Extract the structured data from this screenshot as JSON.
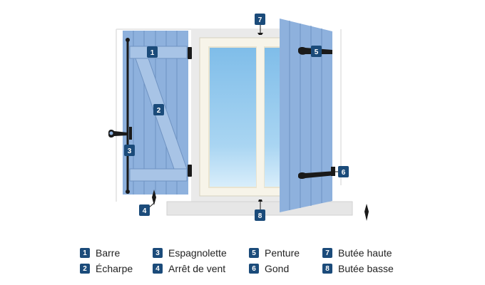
{
  "colors": {
    "shutter": "#8eb1dd",
    "shutter_dark": "#6f93c2",
    "badge": "#1b4b7a",
    "glass": "#8cc3ec",
    "wall": "#e8e8e8",
    "hardware": "#1a1a1a"
  },
  "callouts": [
    {
      "id": "1"
    },
    {
      "id": "2"
    },
    {
      "id": "3"
    },
    {
      "id": "4"
    },
    {
      "id": "5"
    },
    {
      "id": "6"
    },
    {
      "id": "7"
    },
    {
      "id": "8"
    }
  ],
  "legend": [
    {
      "num": "1",
      "label": "Barre"
    },
    {
      "num": "2",
      "label": "Écharpe"
    },
    {
      "num": "3",
      "label": "Espagnolette"
    },
    {
      "num": "4",
      "label": "Arrêt de vent"
    },
    {
      "num": "5",
      "label": "Penture"
    },
    {
      "num": "6",
      "label": "Gond"
    },
    {
      "num": "7",
      "label": "Butée haute"
    },
    {
      "num": "8",
      "label": "Butée basse"
    }
  ]
}
